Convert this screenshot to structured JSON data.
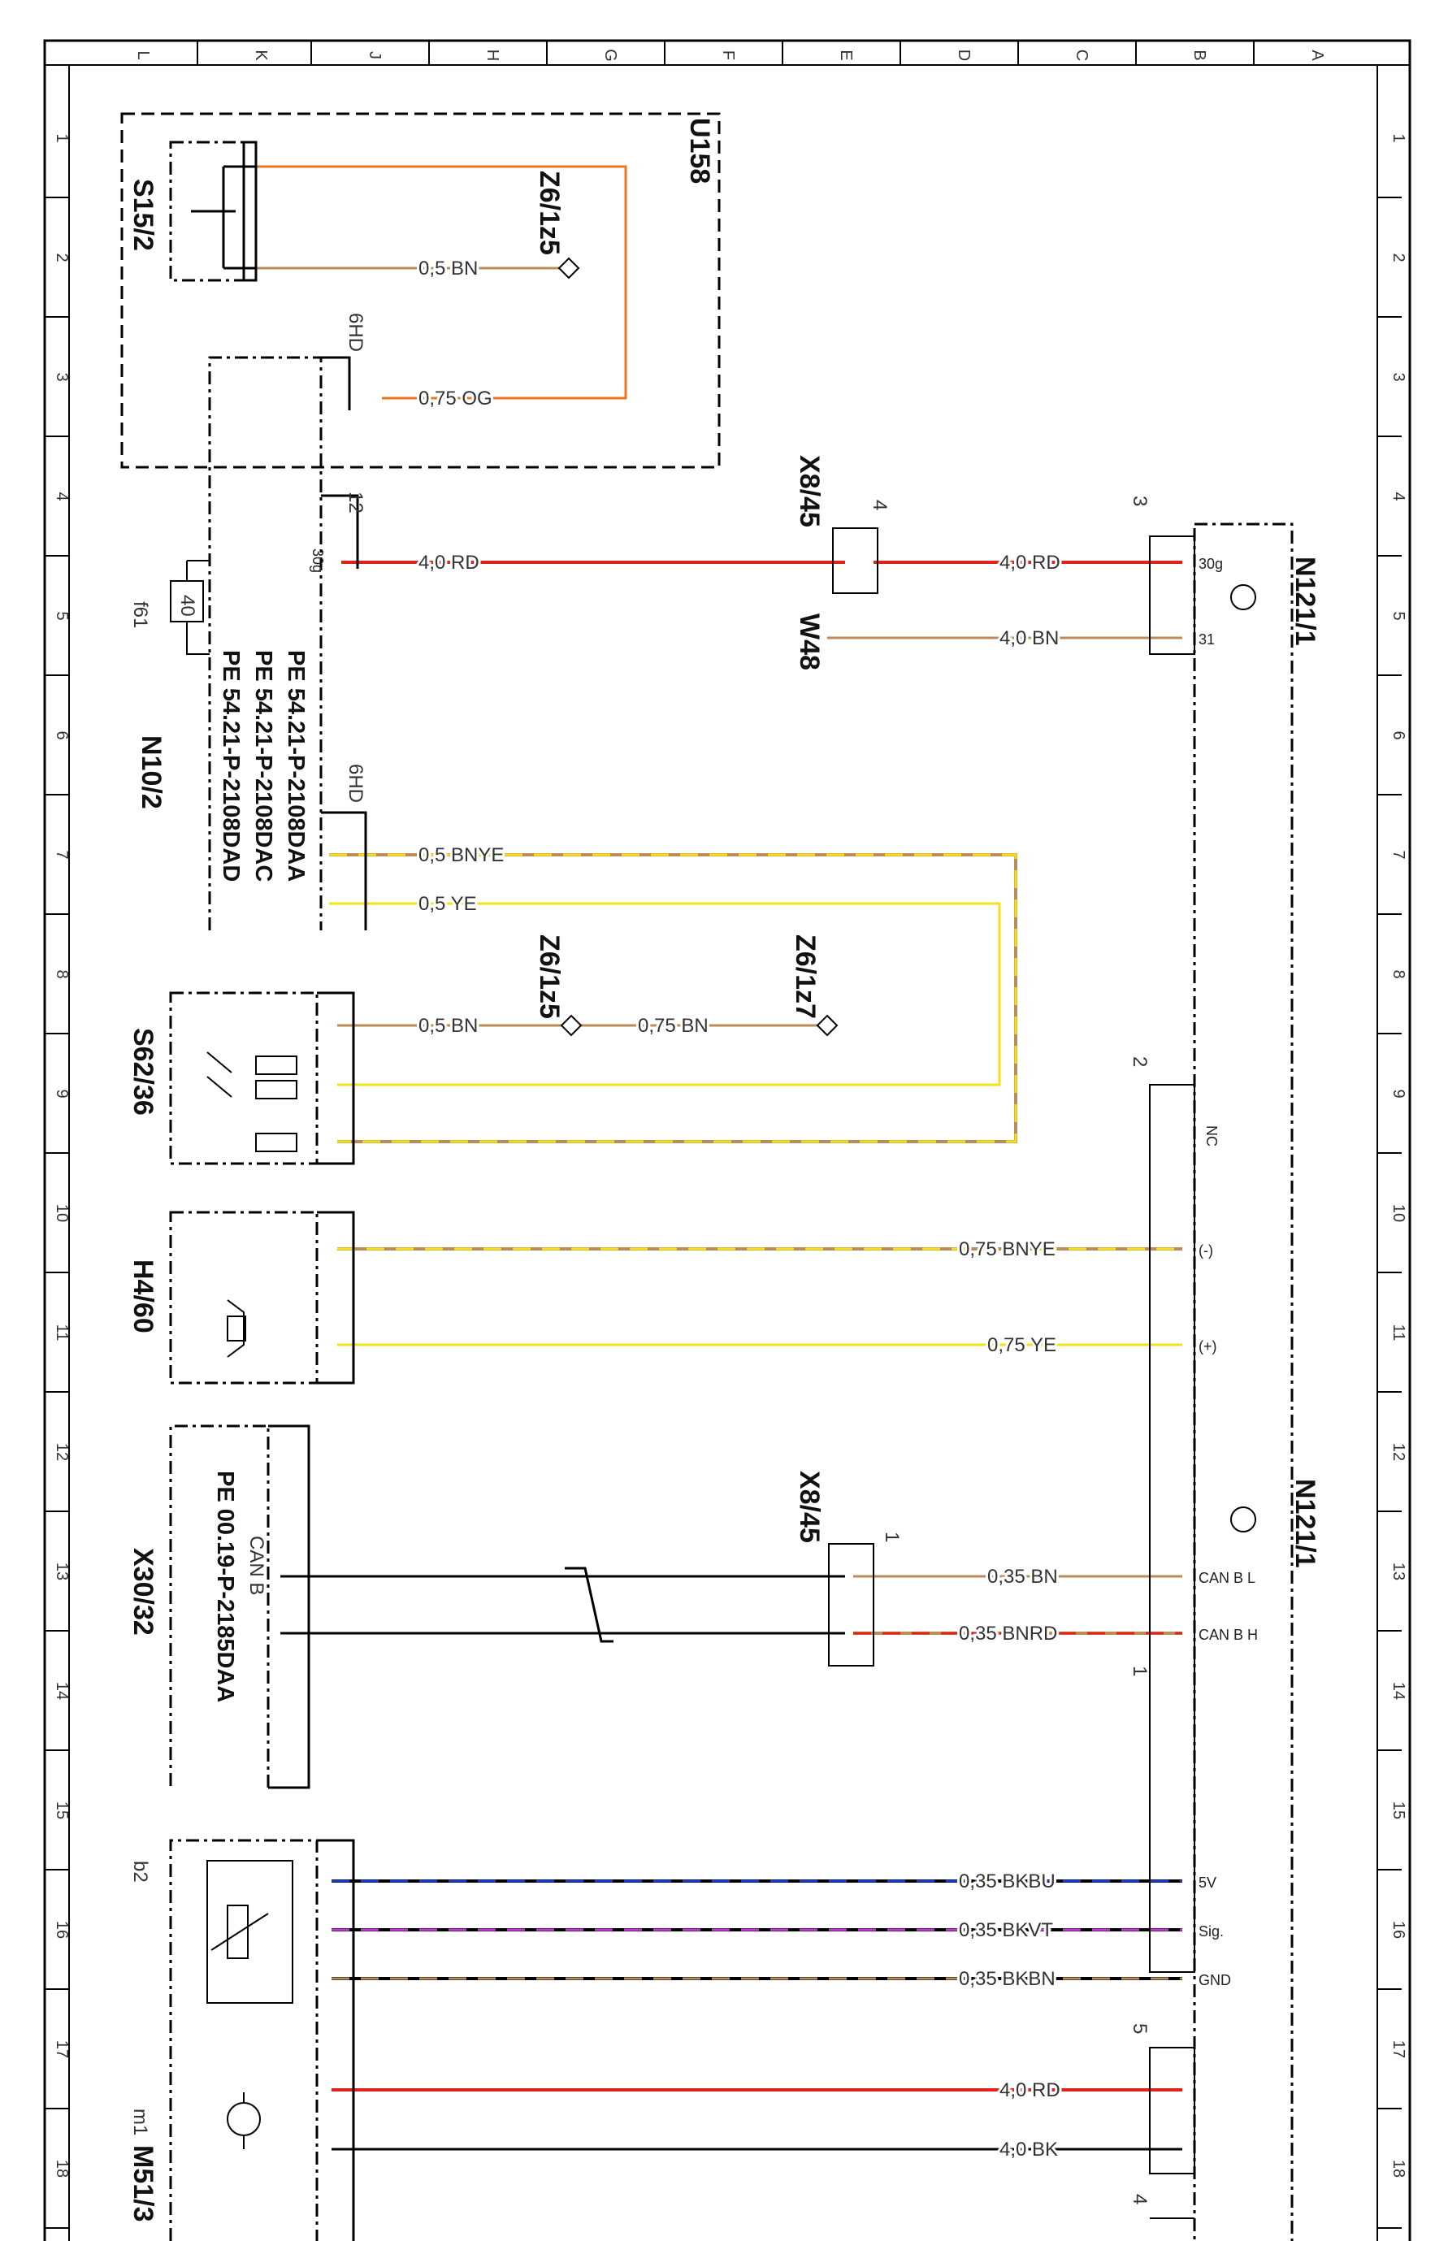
{
  "colors": {
    "RD": "#e0221a",
    "BN": "#b98c5a",
    "OG": "#e87722",
    "YE": "#f2e21a",
    "BK": "#000000",
    "BU": "#1a3bd6",
    "VT": "#c43ad6"
  },
  "columns": [
    "L",
    "K",
    "J",
    "H",
    "G",
    "F",
    "E",
    "D",
    "C",
    "B",
    "A"
  ],
  "rows": [
    "1",
    "2",
    "3",
    "4",
    "5",
    "6",
    "7",
    "8",
    "9",
    "10",
    "11",
    "12",
    "13",
    "14",
    "15",
    "16",
    "17",
    "18"
  ],
  "components": [
    {
      "id": "U158",
      "label": "U158"
    },
    {
      "id": "S15_2",
      "label": "S15/2"
    },
    {
      "id": "Z6_1z5_a",
      "label": "Z6/1z5"
    },
    {
      "id": "Z6_1z5_b",
      "label": "Z6/1z5"
    },
    {
      "id": "Z6_1z7",
      "label": "Z6/1z7"
    },
    {
      "id": "X8_45_a",
      "label": "X8/45"
    },
    {
      "id": "X8_45_b",
      "label": "X8/45"
    },
    {
      "id": "W48",
      "label": "W48"
    },
    {
      "id": "N121_1_a",
      "label": "N121/1"
    },
    {
      "id": "N121_1_b",
      "label": "N121/1"
    },
    {
      "id": "N10_2",
      "label": "N10/2"
    },
    {
      "id": "f61",
      "label": "f61"
    },
    {
      "id": "S62_36",
      "label": "S62/36"
    },
    {
      "id": "H4_60",
      "label": "H4/60"
    },
    {
      "id": "X30_32",
      "label": "X30/32"
    },
    {
      "id": "b2",
      "label": "b2"
    },
    {
      "id": "m1",
      "label": "m1"
    },
    {
      "id": "M51_3",
      "label": "M51/3"
    }
  ],
  "pe_refs": {
    "n10": [
      "PE 54.21-P-2108DAA",
      "PE 54.21-P-2108DAC",
      "PE 54.21-P-2108DAD"
    ],
    "x30": "PE 00.19-P-2185DAA",
    "canb": "CAN B"
  },
  "connectors": {
    "h6d_a": "6HD",
    "h6d_b": "6HD",
    "c12": "12",
    "x845a": "4",
    "x845b": "1",
    "n121a": "3",
    "n121b": "2",
    "n121c": "1",
    "n121d": "5",
    "n121e": "4",
    "fuse": "40"
  },
  "wires": [
    {
      "id": "w1",
      "label": "0,5 BN"
    },
    {
      "id": "w2",
      "label": "0,75 OG"
    },
    {
      "id": "w3",
      "label": "4,0 RD"
    },
    {
      "id": "w4",
      "label": "4,0 RD"
    },
    {
      "id": "w5",
      "label": "4,0 BN"
    },
    {
      "id": "w6",
      "label": "0,5 BNYE"
    },
    {
      "id": "w7",
      "label": "0,5 YE"
    },
    {
      "id": "w8",
      "label": "0,5 BN"
    },
    {
      "id": "w9",
      "label": "0,75 BN"
    },
    {
      "id": "w10",
      "label": "0,75 BNYE"
    },
    {
      "id": "w11",
      "label": "0,75 YE"
    },
    {
      "id": "w12",
      "label": "0,35 BN"
    },
    {
      "id": "w13",
      "label": "0,35 BNRD"
    },
    {
      "id": "w14",
      "label": "0,35 BKBU"
    },
    {
      "id": "w15",
      "label": "0,35 BKVT"
    },
    {
      "id": "w16",
      "label": "0,35 BKBN"
    },
    {
      "id": "w17",
      "label": "4,0 RD"
    },
    {
      "id": "w18",
      "label": "4,0 BK"
    }
  ],
  "pins": {
    "p30g_a": "30g",
    "p31": "31",
    "p30g_b": "30g",
    "neg": "(-)",
    "pos": "(+)",
    "nc": "NC",
    "canl": "CAN B L",
    "canh": "CAN B H",
    "v5": "5V",
    "sig": "Sig.",
    "gnd": "GND"
  }
}
